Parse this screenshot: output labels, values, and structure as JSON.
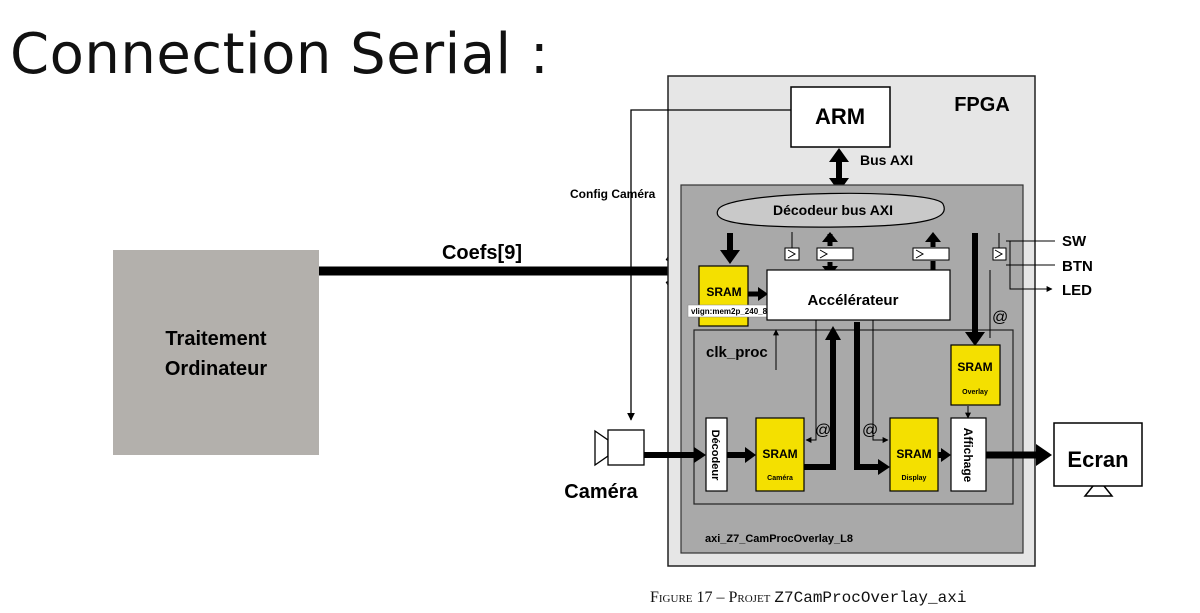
{
  "slide": {
    "title": "Connection Serial :"
  },
  "diagram": {
    "host": {
      "line1": "Traitement",
      "line2": "Ordinateur"
    },
    "coefs_label": "Coefs[9]",
    "fpga_label": "FPGA",
    "arm_label": "ARM",
    "bus_axi_label": "Bus AXI",
    "config_camera_label": "Config Caméra",
    "decoder_bus_label": "Décodeur bus AXI",
    "sram_coef_label": "SRAM",
    "vlign_label": "vlign:mem2p_240_8",
    "accel_label": "Accélérateur",
    "clk_label": "clk_proc",
    "at_sign": "@",
    "sram_overlay": {
      "title": "SRAM",
      "sub": "Overlay"
    },
    "decodeur_label": "Décodeur",
    "sram_camera": {
      "title": "SRAM",
      "sub": "Caméra"
    },
    "sram_display": {
      "title": "SRAM",
      "sub": "Display"
    },
    "affichage_label": "Affichage",
    "camera_label": "Caméra",
    "ecran_label": "Ecran",
    "sw_label": "SW",
    "btn_label": "BTN",
    "led_label": "LED",
    "module_label": "axi_Z7_CamProcOverlay_L8"
  },
  "caption": {
    "figure": "Figure 17 – Projet ",
    "name": "Z7CamProcOverlay_axi"
  },
  "colors": {
    "sram_yellow": "#f4e000",
    "fpga_bg": "#e6e6e6",
    "inner_gray": "#a9a9a9",
    "host_gray": "#b3b0ac"
  }
}
